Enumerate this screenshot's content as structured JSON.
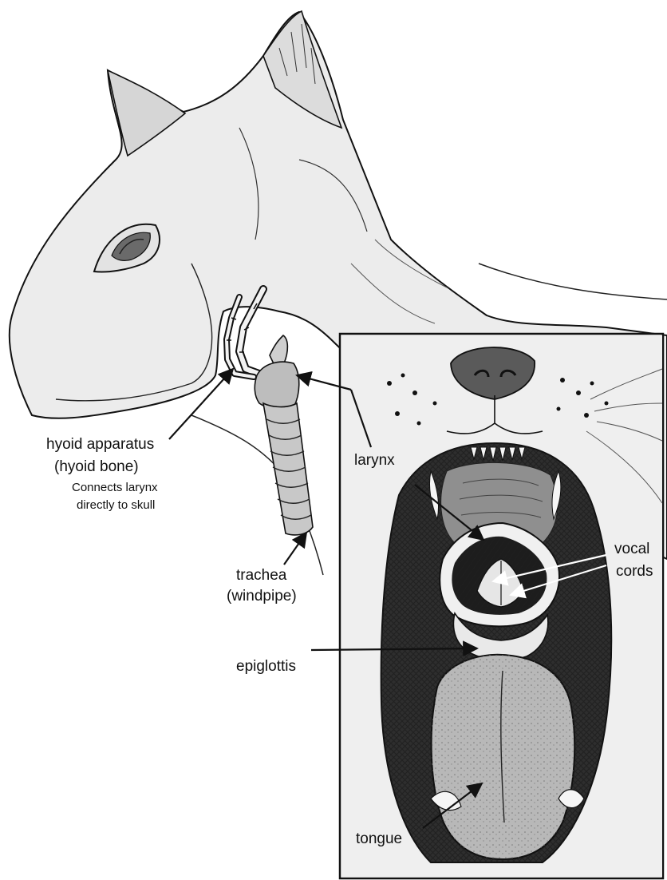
{
  "labels": {
    "hyoid_title": "hyoid apparatus",
    "hyoid_sub": "(hyoid bone)",
    "hyoid_note_1": "Connects larynx",
    "hyoid_note_2": "directly to skull",
    "larynx": "larynx",
    "trachea": "trachea",
    "trachea_sub": "(windpipe)",
    "vocal": "vocal",
    "cords": "cords",
    "epiglottis": "epiglottis",
    "tongue": "tongue"
  },
  "colors": {
    "ink": "#111111",
    "cat_fill": "#ececec",
    "skin_shade": "#c9c9c9",
    "mouth_dark": "#3a3a3a",
    "tongue_fill": "#bdbdbd",
    "paper": "#ffffff"
  }
}
